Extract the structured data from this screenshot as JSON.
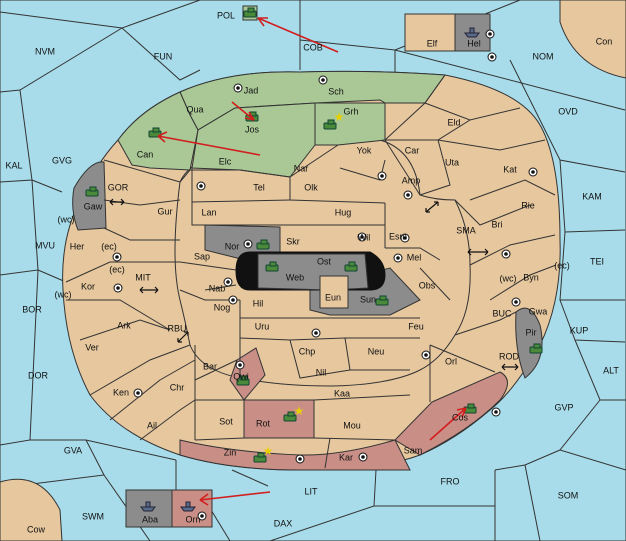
{
  "colors": {
    "sea": "#a8dcea",
    "land": "#e6c79e",
    "player_green": "#a9c896",
    "player_red": "#c98f86",
    "player_grey": "#8c8c8c",
    "order_arrow": "#d21e1e"
  },
  "labels": {
    "POL": "POL",
    "COB": "COB",
    "Elf": "Elf",
    "Hel": "Hel",
    "Con": "Con",
    "NVM": "NVM",
    "FUN": "FUN",
    "NOM": "NOM",
    "OVD": "OVD",
    "KAL": "KAL",
    "GVG": "GVG",
    "KAM": "KAM",
    "MVU": "MVU",
    "TEI": "TEI",
    "BOR": "BOR",
    "KUP": "KUP",
    "DOR": "DOR",
    "ALT": "ALT",
    "GVP": "GVP",
    "GVA": "GVA",
    "FRO": "FRO",
    "SOM": "SOM",
    "LIT": "LIT",
    "SWM": "SWM",
    "DAX": "DAX",
    "Cow": "Cow",
    "Aba": "Aba",
    "Orn": "Orn",
    "Jad": "Jad",
    "Sch": "Sch",
    "Qua": "Qua",
    "Jos": "Jos",
    "Grh": "Grh",
    "Can": "Can",
    "Elc": "Elc",
    "Eld": "Eld",
    "Nar": "Nar",
    "Yok": "Yok",
    "Car": "Car",
    "Uta": "Uta",
    "Kat": "Kat",
    "GOR": "GOR",
    "Gaw": "Gaw",
    "Tel": "Tel",
    "Olk": "Olk",
    "Amp": "Amp",
    "Gur": "Gur",
    "Lan": "Lan",
    "Hug": "Hug",
    "Rie": "Rie",
    "Bri": "Bri",
    "SMA": "SMA",
    "Esm": "Esm",
    "Wil": "Wil",
    "Nor": "Nor",
    "Skr": "Skr",
    "Her": "Her",
    "Sap": "Sap",
    "Ost": "Ost",
    "Web": "Web",
    "Mel": "Mel",
    "Byn": "Byn",
    "Kor": "Kor",
    "MIT": "MIT",
    "Nab": "Nab",
    "Eun": "Eun",
    "Sun": "Sun",
    "Obs": "Obs",
    "Gwa": "Gwa",
    "Hil": "Hil",
    "BUC": "BUC",
    "Ark": "Ark",
    "Nog": "Nog",
    "RBU": "RBU",
    "Uru": "Uru",
    "Feu": "Feu",
    "Pir": "Pir",
    "Ver": "Ver",
    "Chp": "Chp",
    "Neu": "Neu",
    "Bar": "Bar",
    "Qwi": "Qwi",
    "Nil": "Nil",
    "Orl": "Orl",
    "ROD": "ROD",
    "Ken": "Ken",
    "Chr": "Chr",
    "Kaa": "Kaa",
    "Rot": "Rot",
    "Cos": "Cos",
    "Ail": "Ail",
    "Sot": "Sot",
    "Mou": "Mou",
    "Zin": "Zin",
    "Kar": "Kar",
    "Sam": "Sam",
    "wc1": "(wc)",
    "ec1": "(ec)",
    "ec2": "(ec)",
    "wc2": "(wc)",
    "wc3": "(wc)",
    "ec3": "(ec)"
  }
}
